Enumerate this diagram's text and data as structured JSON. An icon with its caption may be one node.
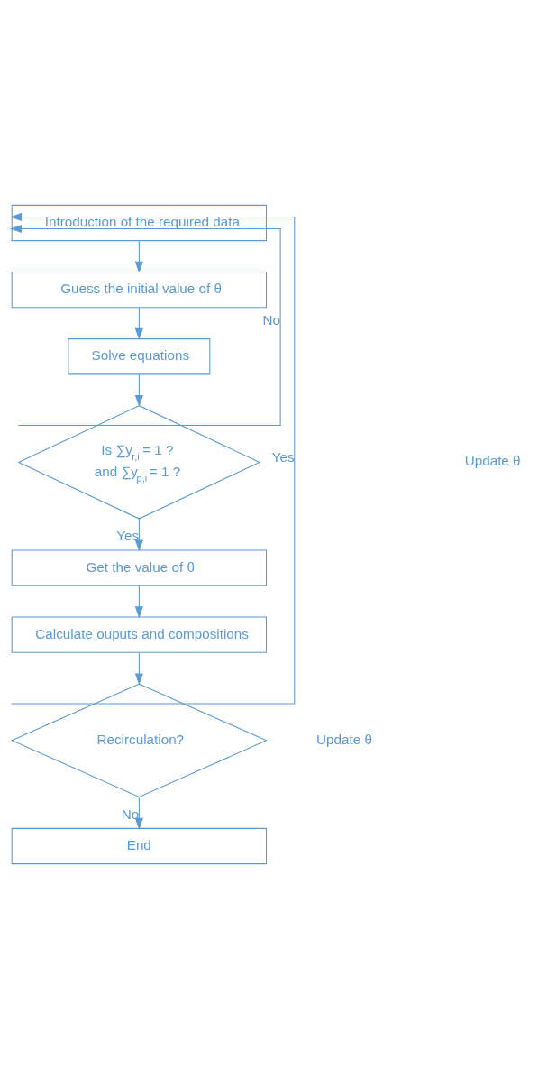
{
  "diagram": {
    "nodes": [
      {
        "text": [
          "Introduction of the required data"
        ]
      },
      {
        "text": [
          "Guess the initial value of θ"
        ]
      },
      {
        "text": [
          "Solve equations"
        ]
      },
      {
        "text": [
          "Is ∑y$_{r,i}$ = 1 ?",
          "and ∑y$_{p,i}$ = 1 ?"
        ]
      },
      {
        "text": [
          "Get the value of θ"
        ]
      },
      {
        "text": [
          "Calculate ouputs and compositions"
        ]
      },
      {
        "text": [
          "Recirculation?"
        ]
      },
      {
        "text": [
          "End"
        ]
      }
    ],
    "edges": [
      {
        "from": 0,
        "to": 1,
        "arrow": "to"
      },
      {
        "from": 1,
        "to": 2,
        "arrow": "to"
      },
      {
        "from": 2,
        "to": 3,
        "arrow": "to"
      },
      {
        "from": 3,
        "to": 0,
        "arrow": "to",
        "label": "No"
      },
      {
        "from": 3,
        "to": 4,
        "arrow": "to",
        "label": "Yes"
      },
      {
        "from": 4,
        "to": 5,
        "arrow": "to"
      },
      {
        "from": 5,
        "to": 6,
        "arrow": "to"
      },
      {
        "from": 6,
        "to": 0,
        "arrow": "to",
        "label": "Yes"
      },
      {
        "from": 6,
        "to": 7,
        "arrow": "to",
        "label": "No"
      }
    ],
    "labels": [
      "Update θ",
      "Update θ"
    ]
  }
}
